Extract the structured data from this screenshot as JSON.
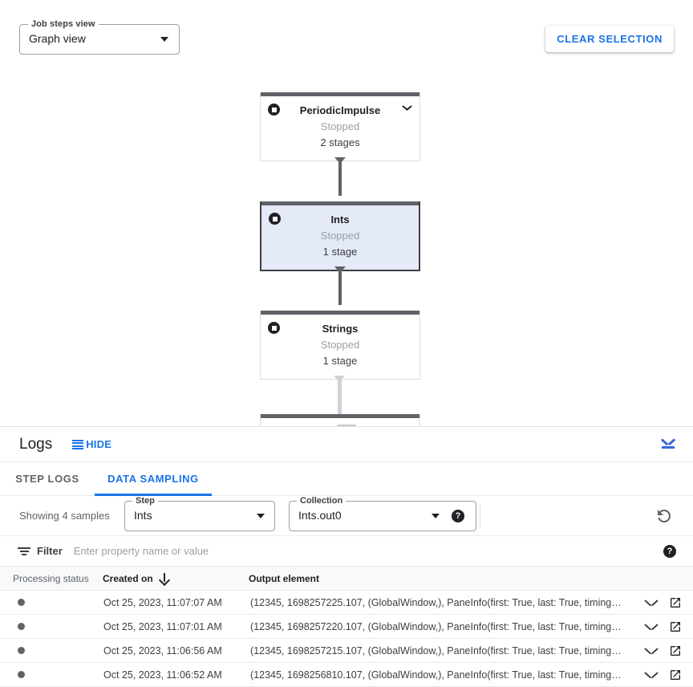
{
  "toolbar": {
    "job_steps_view_label": "Job steps view",
    "job_steps_view_value": "Graph view",
    "clear_selection_label": "CLEAR SELECTION"
  },
  "graph": {
    "nodes": [
      {
        "title": "PeriodicImpulse",
        "status": "Stopped",
        "stages": "2 stages",
        "selected": false,
        "has_chevron": true
      },
      {
        "title": "Ints",
        "status": "Stopped",
        "stages": "1 stage",
        "selected": true,
        "has_chevron": false
      },
      {
        "title": "Strings",
        "status": "Stopped",
        "stages": "1 stage",
        "selected": false,
        "has_chevron": false
      }
    ]
  },
  "logs": {
    "title": "Logs",
    "hide_label": "HIDE",
    "tabs": [
      {
        "label": "STEP LOGS",
        "active": false
      },
      {
        "label": "DATA SAMPLING",
        "active": true
      }
    ]
  },
  "sampling": {
    "showing_text": "Showing 4 samples",
    "step_label": "Step",
    "step_value": "Ints",
    "collection_label": "Collection",
    "collection_value": "Ints.out0",
    "help_glyph": "?"
  },
  "filter": {
    "label": "Filter",
    "placeholder": "Enter property name or value",
    "value": "",
    "help_glyph": "?"
  },
  "table": {
    "columns": [
      "Processing status",
      "Created on",
      "Output element"
    ],
    "rows": [
      {
        "created": "Oct 25, 2023, 11:07:07 AM",
        "output": "(12345, 1698257225.107, (GlobalWindow,), PaneInfo(first: True, last: True, timing…"
      },
      {
        "created": "Oct 25, 2023, 11:07:01 AM",
        "output": "(12345, 1698257220.107, (GlobalWindow,), PaneInfo(first: True, last: True, timing…"
      },
      {
        "created": "Oct 25, 2023, 11:06:56 AM",
        "output": "(12345, 1698257215.107, (GlobalWindow,), PaneInfo(first: True, last: True, timing…"
      },
      {
        "created": "Oct 25, 2023, 11:06:52 AM",
        "output": "(12345, 1698256810.107, (GlobalWindow,), PaneInfo(first: True, last: True, timing…"
      }
    ]
  },
  "colors": {
    "accent_blue": "#1a73e8",
    "node_selected_bg": "#e4eaf7",
    "node_bar": "#5f6368",
    "status_gray": "#9aa0a6"
  }
}
